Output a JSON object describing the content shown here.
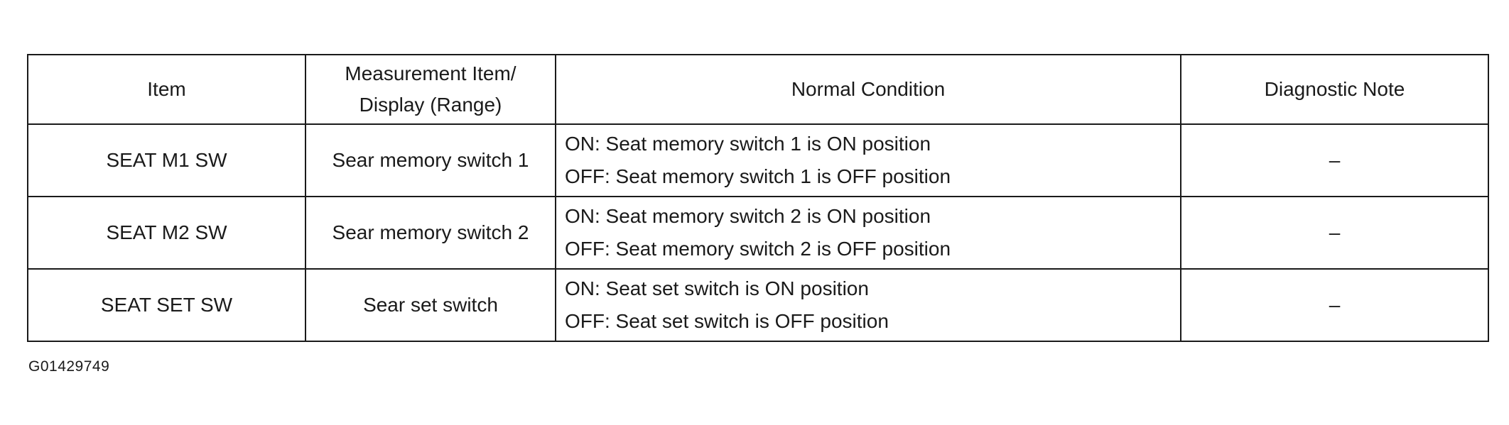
{
  "table": {
    "headers": {
      "item": "Item",
      "measurement_line1": "Measurement Item/",
      "measurement_line2": "Display (Range)",
      "normal_condition": "Normal Condition",
      "diagnostic_note": "Diagnostic Note"
    },
    "rows": [
      {
        "item": "SEAT M1 SW",
        "measurement": "Sear memory switch 1",
        "condition_on": "ON: Seat memory switch 1 is ON position",
        "condition_off": "OFF: Seat memory switch 1 is  OFF position",
        "note": "–"
      },
      {
        "item": "SEAT M2 SW",
        "measurement": "Sear memory switch 2",
        "condition_on": "ON: Seat memory switch 2 is ON position",
        "condition_off": "OFF: Seat memory switch 2 is  OFF position",
        "note": "–"
      },
      {
        "item": "SEAT SET SW",
        "measurement": "Sear set switch",
        "condition_on": "ON: Seat set switch is ON position",
        "condition_off": "OFF: Seat set switch is  OFF position",
        "note": "–"
      }
    ]
  },
  "figure_id": "G01429749"
}
